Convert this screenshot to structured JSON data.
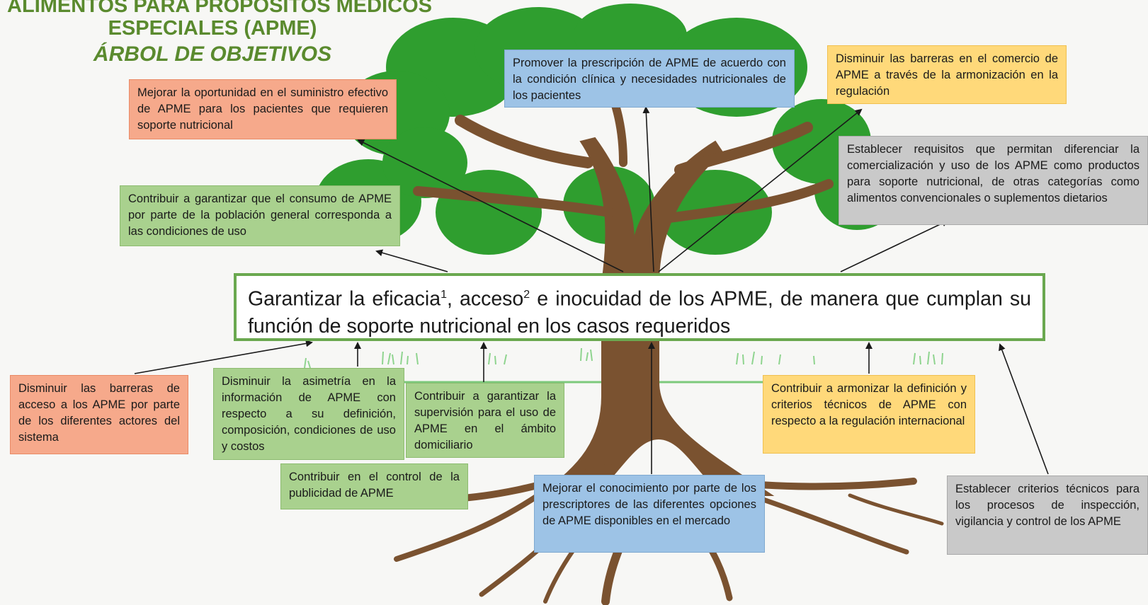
{
  "title": {
    "line1": "ALIMENTOS PARA PROPÓSITOS MÉDICOS",
    "line2": "ESPECIALES (APME)",
    "line3": "ÁRBOL DE OBJETIVOS"
  },
  "central": {
    "part1": "Garantizar la eficacia",
    "sup1": "1",
    "part2": ", acceso",
    "sup2": "2",
    "part3": " e inocuidad de los APME, de manera que cumplan su función de soporte nutricional en los casos requeridos"
  },
  "ends": [
    {
      "text": "Mejorar la oportunidad en el suministro efectivo de APME para los pacientes que requieren soporte nutricional",
      "color": "orange"
    },
    {
      "text": "Promover la prescripción de APME de acuerdo con la condición clínica y necesidades nutricionales de los pacientes",
      "color": "blue"
    },
    {
      "text": "Disminuir las barreras en el comercio de APME a través de la armonización en la regulación",
      "color": "yellow"
    },
    {
      "text": "Contribuir a garantizar que el consumo de APME por parte de la población general corresponda a las condiciones de uso",
      "color": "green"
    },
    {
      "text": "Establecer requisitos que permitan diferenciar la comercialización y uso de los APME como productos para soporte nutricional, de otras categorías como alimentos convencionales o suplementos dietarios",
      "color": "gray"
    }
  ],
  "means": [
    {
      "text": "Disminuir las barreras de acceso a los APME por parte de los diferentes actores del sistema",
      "color": "orange"
    },
    {
      "text": "Disminuir la asimetría en la información de APME con respecto a su definición, composición, condiciones de uso y costos",
      "color": "green"
    },
    {
      "text": "Contribuir a garantizar la supervisión para el uso de APME en el ámbito domiciliario",
      "color": "green"
    },
    {
      "text": "Contribuir en el control de la publicidad de APME",
      "color": "green"
    },
    {
      "text": "Mejorar el conocimiento por parte de los prescriptores de las diferentes opciones de APME disponibles en el mercado",
      "color": "blue"
    },
    {
      "text": "Contribuir a armonizar la definición y criterios técnicos de APME con respecto a la regulación internacional",
      "color": "yellow"
    },
    {
      "text": "Establecer criterios técnicos para los procesos de inspección, vigilancia y control de los APME",
      "color": "gray"
    }
  ],
  "colors": {
    "orange": "#f6a98b",
    "blue": "#9dc3e6",
    "yellow": "#ffd97a",
    "green": "#a9d18e",
    "gray": "#c9c9c9",
    "foliage": "#2f9e2f",
    "trunk": "#7a5230",
    "title": "#5a8a2e",
    "central_border": "#6aa84f"
  }
}
